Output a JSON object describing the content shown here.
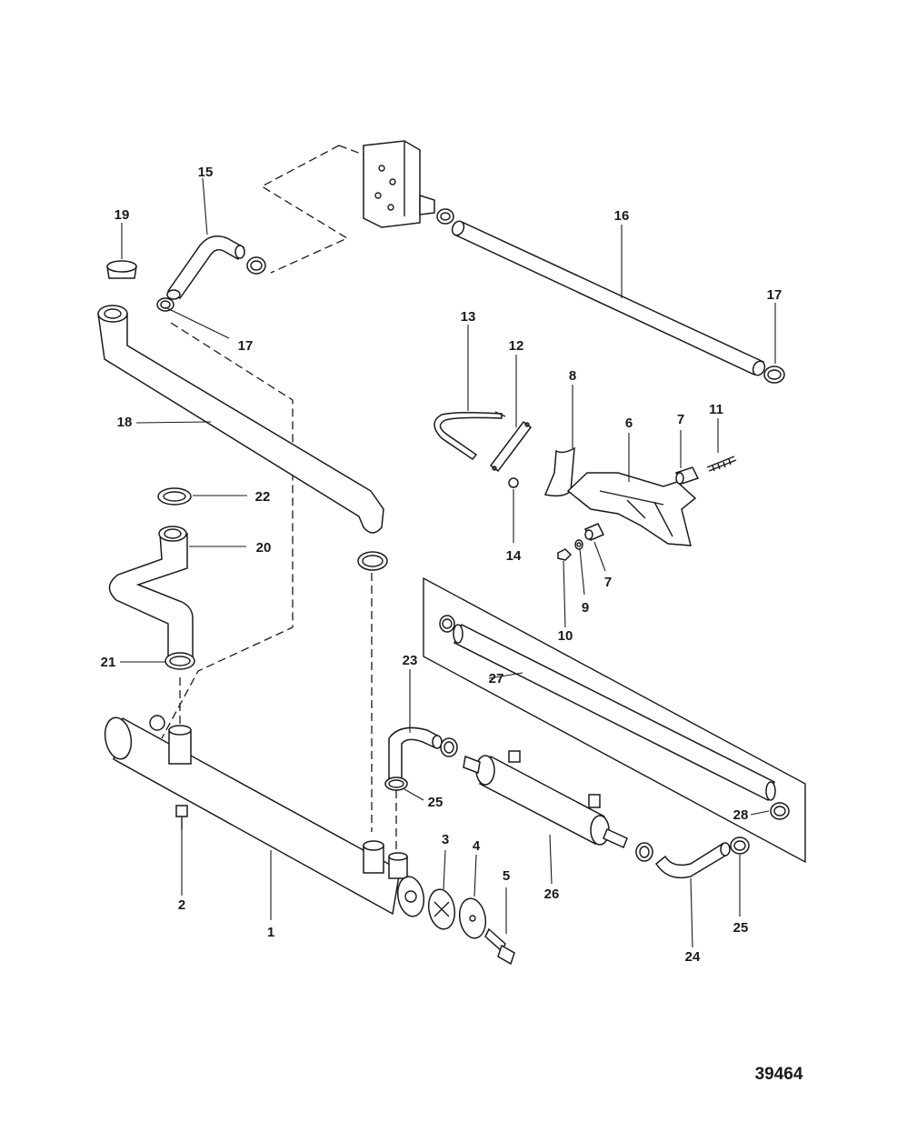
{
  "figure_number": "39464",
  "callouts": [
    "1",
    "2",
    "3",
    "4",
    "5",
    "6",
    "7",
    "7",
    "8",
    "9",
    "10",
    "11",
    "12",
    "13",
    "14",
    "15",
    "16",
    "17",
    "17",
    "18",
    "19",
    "20",
    "21",
    "22",
    "23",
    "24",
    "25",
    "25",
    "26",
    "27",
    "28"
  ]
}
